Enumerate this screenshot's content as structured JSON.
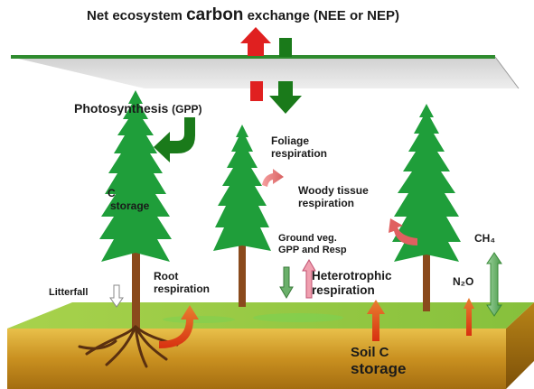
{
  "title": {
    "prefix": "Net ecosystem ",
    "emphasis": "carbon",
    "suffix": " exchange (NEE or NEP)"
  },
  "labels": {
    "photosynthesis": "Photosynthesis",
    "photosynthesis_abbr": "(GPP)",
    "foliage_respiration": [
      "Foliage",
      "respiration"
    ],
    "woody_respiration": [
      "Woody tissue",
      "respiration"
    ],
    "c_storage": [
      "C",
      "storage"
    ],
    "ground_veg": [
      "Ground veg.",
      "GPP and Resp"
    ],
    "ch4": "CH₄",
    "root_respiration": [
      "Root",
      "respiration"
    ],
    "heterotrophic_respiration": [
      "Heterotrophic",
      "respiration"
    ],
    "n2o": "N₂O",
    "litterfall": "Litterfall",
    "soil_storage": [
      "Soil C",
      "storage"
    ]
  },
  "colors": {
    "uptake_green": "#1a7a1a",
    "release_red": "#e02020",
    "tree_green": "#1f9e3a",
    "trunk_brown": "#8a4a1c",
    "soil_gold": "#d9a62a",
    "ground_green": "#8fc84a",
    "canopy_line": "#2e8b2e"
  }
}
